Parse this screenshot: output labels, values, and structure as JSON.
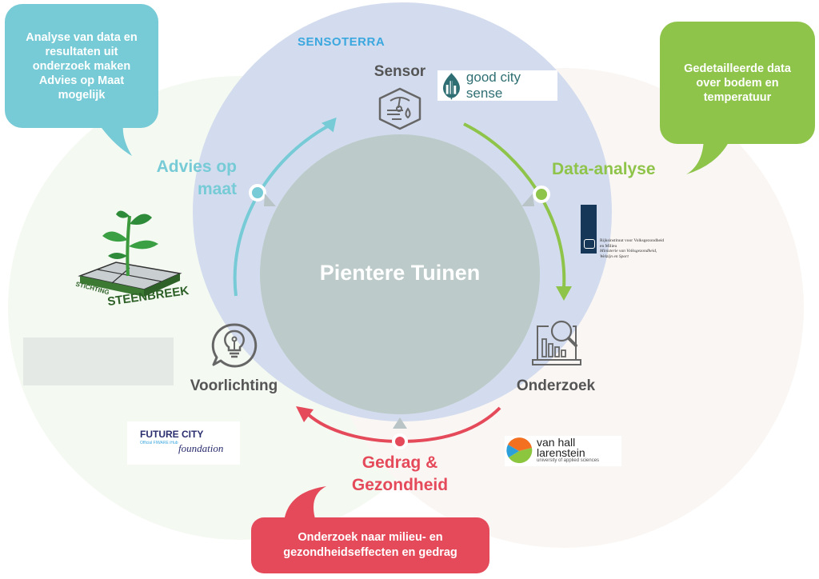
{
  "center": {
    "title": "Pientere Tuinen"
  },
  "stages": {
    "sensor": {
      "label": "Sensor",
      "icon": "sensor-hexagon-icon"
    },
    "data_analyse": {
      "label": "Data-analyse"
    },
    "onderzoek": {
      "label": "Onderzoek",
      "icon": "laptop-magnifier-chart-icon"
    },
    "gedrag": {
      "label": "Gedrag &\nGezondheid"
    },
    "voorlichting": {
      "label": "Voorlichting",
      "icon": "lightbulb-speech-icon"
    },
    "advies": {
      "label": "Advies op\nmaat"
    }
  },
  "bubbles": {
    "advies": {
      "text": "Analyse van data en\nresultaten uit\nonderzoek maken\nAdvies op Maat\nmogelijk"
    },
    "data": {
      "text": "Gedetailleerde data\nover bodem en\ntemperatuur"
    },
    "gedrag": {
      "text": "Onderzoek naar milieu- en\ngezondheidseffecten en gedrag"
    }
  },
  "logos": {
    "sensoterra": "SENSOTERRA",
    "good_city_sense": "good city sense",
    "rivm": {
      "line1": "Rijksinstituut voor Volksgezondheid",
      "line2": "en Milieu",
      "line3": "Ministerie van Volksgezondheid,",
      "line4": "Welzijn en Sport"
    },
    "steenbreek": {
      "line1": "STICHTING",
      "line2": "STEENBREEK"
    },
    "future_city": {
      "line1": "FUTURE CITY",
      "line2": "Official FIWARE iHub",
      "line3": "foundation"
    },
    "van_hall": {
      "line1": "van hall",
      "line2": "larenstein",
      "line3": "university of applied sciences"
    }
  },
  "colors": {
    "teal": "#76cbd6",
    "green": "#8fc44a",
    "red": "#e54a5a",
    "center": "#bccac9",
    "blue_circle": "#d3dcee",
    "text_gray": "#555555"
  }
}
